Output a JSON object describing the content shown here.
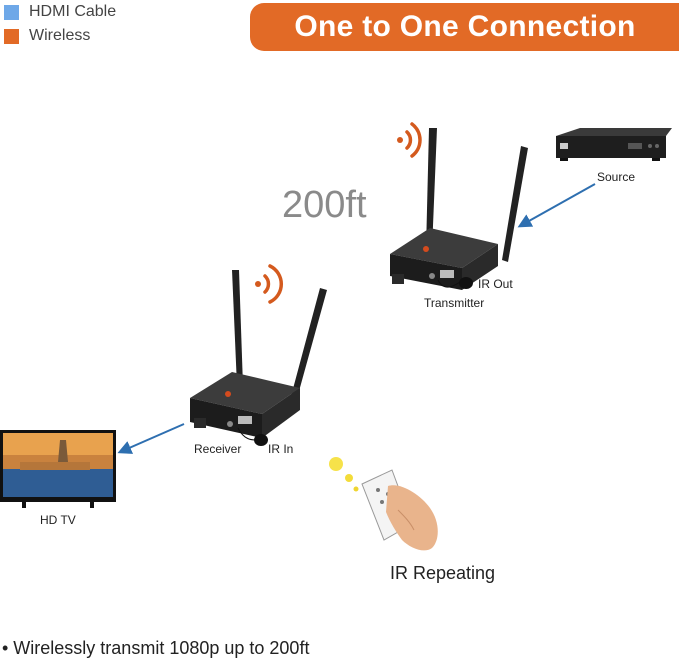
{
  "legend": {
    "items": [
      {
        "label": "HDMI Cable",
        "color": "#6ea8e8"
      },
      {
        "label": "Wireless",
        "color": "#e26a26"
      }
    ]
  },
  "banner": {
    "title": "One to One Connection",
    "color": "#e26a26"
  },
  "labels": {
    "source": "Source",
    "transmitter": "Transmitter",
    "ir_out": "IR Out",
    "receiver": "Receiver",
    "ir_in": "IR In",
    "hd_tv": "HD TV",
    "distance": "200ft",
    "ir_repeating": "IR Repeating"
  },
  "footer": {
    "bullet_text": "• Wirelessly transmit 1080p up to 200ft"
  },
  "colors": {
    "arrow": "#2e6fb0",
    "wireless": "#d45a1e",
    "device": "#2a2a2a"
  },
  "icons": [
    "wifi-waves-icon",
    "hand-remote-icon",
    "ir-sensor-icon"
  ]
}
